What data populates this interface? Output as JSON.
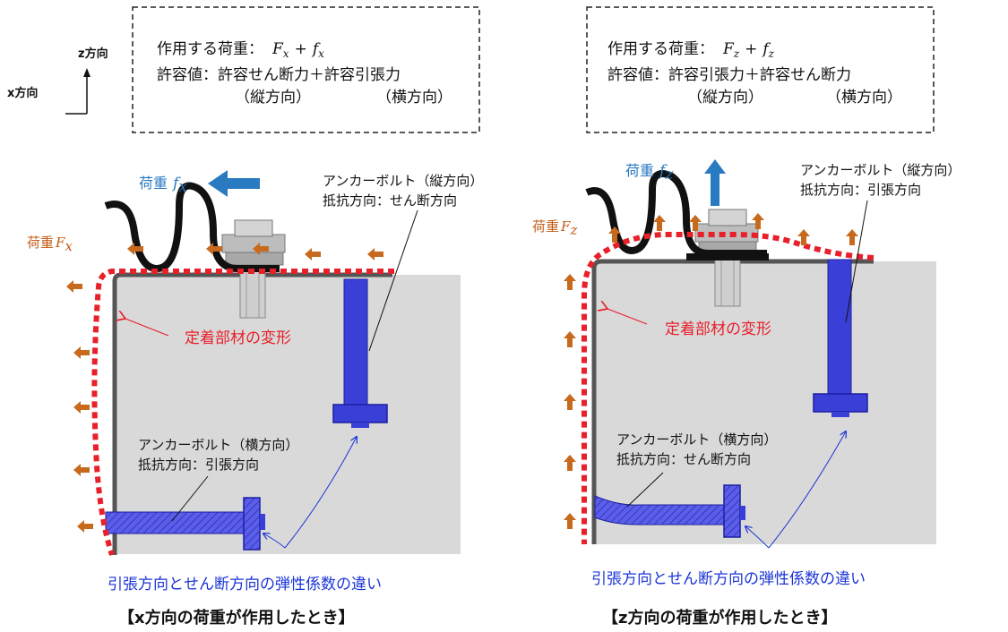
{
  "axes": {
    "z_label": "z方向",
    "x_label": "x方向"
  },
  "left": {
    "box": {
      "line1": "作用する荷重：",
      "load_expr": {
        "F": "F",
        "F_sub": "x",
        "plus": "+",
        "f": "f",
        "f_sub": "x"
      },
      "line2": "許容値：許容せん断力＋許容引張力",
      "line3_a": "（縦方向）",
      "line3_b": "（横方向）"
    },
    "load_small": {
      "label": "荷重",
      "sym": "f",
      "sub": "x"
    },
    "load_big": {
      "label": "荷重",
      "sym": "F",
      "sub": "x"
    },
    "bolt_vertical": {
      "title": "アンカーボルト（縦方向）",
      "resist": "抵抗方向：せん断方向"
    },
    "bolt_horizontal": {
      "title": "アンカーボルト（横方向）",
      "resist": "抵抗方向：引張方向"
    },
    "deformation": "定着部材の変形",
    "elastic_note": "引張方向とせん断方向の弾性係数の違い",
    "caption": "【x方向の荷重が作用したとき】"
  },
  "right": {
    "box": {
      "line1": "作用する荷重：",
      "load_expr": {
        "F": "F",
        "F_sub": "z",
        "plus": "+",
        "f": "f",
        "f_sub": "z"
      },
      "line2": "許容値：許容引張力＋許容せん断力",
      "line3_a": "（縦方向）",
      "line3_b": "（横方向）"
    },
    "load_small": {
      "label": "荷重",
      "sym": "f",
      "sub": "z"
    },
    "load_big": {
      "label": "荷重",
      "sym": "F",
      "sub": "z"
    },
    "bolt_vertical": {
      "title": "アンカーボルト（縦方向）",
      "resist": "抵抗方向：引張方向"
    },
    "bolt_horizontal": {
      "title": "アンカーボルト（横方向）",
      "resist": "抵抗方向：せん断方向"
    },
    "deformation": "定着部材の変形",
    "elastic_note": "引張方向とせん断方向の弾性係数の違い",
    "caption": "【z方向の荷重が作用したとき】"
  },
  "colors": {
    "deformation": "#e8202a",
    "bolt": "#3a3fd8",
    "bolt_dark": "#1c1fa0",
    "load_arrow": "#2a7ac2",
    "distributed_arrow": "#c76a1e",
    "concrete": "#d9d9d9",
    "plate": "#555555"
  },
  "icons": [
    "axis-arrows-icon",
    "load-arrow-icon",
    "distributed-load-arrow-icon",
    "anchor-bolt-icon",
    "nut-icon",
    "wavy-cable-icon",
    "dashed-deformation-line-icon",
    "leader-arrow-icon"
  ]
}
